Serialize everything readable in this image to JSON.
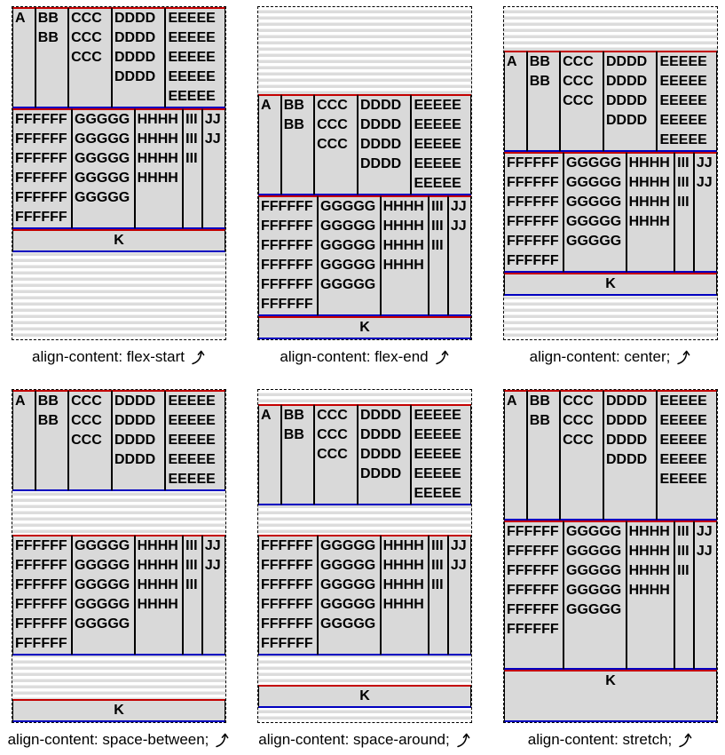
{
  "figure": {
    "description": "align-content flexbox demonstration figure",
    "columns": 3,
    "rows": 2
  },
  "colors": {
    "item_background": "#d9d9d9",
    "stripe": "#dcdcdc",
    "border_top_red": "#c40000",
    "border_bottom_blue": "#0000c0",
    "border_side": "#000000",
    "container_dash": "#000000",
    "text": "#000000",
    "page_background": "#ffffff"
  },
  "flex_items": [
    {
      "label": "A",
      "lines": 1,
      "full_width": false
    },
    {
      "label": "BB",
      "lines": 2,
      "full_width": false
    },
    {
      "label": "CCC",
      "lines": 3,
      "full_width": false
    },
    {
      "label": "DDDD",
      "lines": 4,
      "full_width": false
    },
    {
      "label": "EEEEE",
      "lines": 5,
      "full_width": false
    },
    {
      "label": "FFFFFF",
      "lines": 6,
      "full_width": false
    },
    {
      "label": "GGGGG",
      "lines": 5,
      "full_width": false
    },
    {
      "label": "HHHH",
      "lines": 4,
      "full_width": false
    },
    {
      "label": "III",
      "lines": 3,
      "full_width": false
    },
    {
      "label": "JJ",
      "lines": 2,
      "full_width": false
    },
    {
      "label": "K",
      "lines": 1,
      "full_width": true
    }
  ],
  "panels": [
    {
      "value": "flex-start",
      "caption": "align-content: flex-start"
    },
    {
      "value": "flex-end",
      "caption": "align-content: flex-end"
    },
    {
      "value": "center",
      "caption": "align-content: center;"
    },
    {
      "value": "space-between",
      "caption": "align-content: space-between;"
    },
    {
      "value": "space-around",
      "caption": "align-content: space-around;"
    },
    {
      "value": "stretch",
      "caption": "align-content: stretch;"
    }
  ],
  "icons": {
    "caption_arrow": "curved-up-right-arrow"
  }
}
